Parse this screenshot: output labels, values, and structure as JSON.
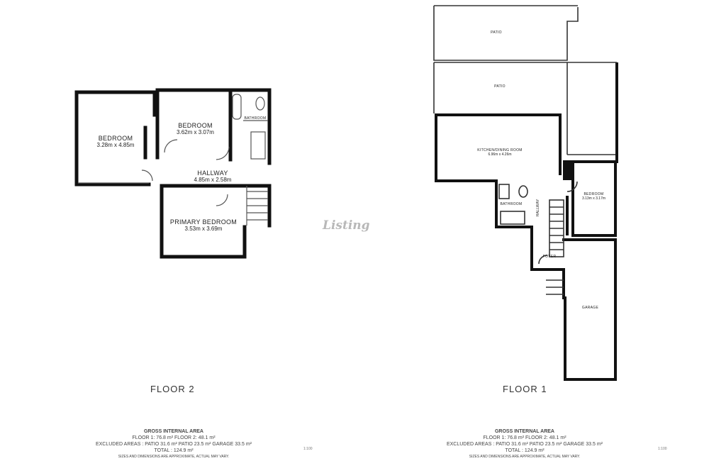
{
  "floor2": {
    "title": "FLOOR 2",
    "rooms": [
      {
        "name": "BEDROOM",
        "dims": "3.28m x 4.85m"
      },
      {
        "name": "BEDROOM",
        "dims": "3.62m x 3.07m"
      },
      {
        "name": "HALLWAY",
        "dims": "4.85m x 2.58m"
      },
      {
        "name": "PRIMARY BEDROOM",
        "dims": "3.53m x 3.69m"
      },
      {
        "name": "BATHROOM",
        "dims": ""
      }
    ]
  },
  "floor1": {
    "title": "FLOOR 1",
    "rooms": [
      {
        "name": "PATIO",
        "dims": ""
      },
      {
        "name": "PATIO",
        "dims": ""
      },
      {
        "name": "KITCHEN/DINING ROOM",
        "dims": "6.96m x 4.26m"
      },
      {
        "name": "BATHROOM",
        "dims": ""
      },
      {
        "name": "HALLWAY",
        "dims": ""
      },
      {
        "name": "BEDROOM",
        "dims": "3.13m x 3.17m"
      },
      {
        "name": "FOYER",
        "dims": ""
      },
      {
        "name": "GARAGE",
        "dims": ""
      }
    ]
  },
  "area_summary": {
    "heading": "GROSS INTERNAL AREA",
    "line1": "FLOOR 1: 76.8 m²   FLOOR 2: 48.1 m²",
    "line2": "EXCLUDED AREAS :  PATIO 31.6 m²   PATIO 23.5 m²   GARAGE 33.5 m²",
    "line3": "TOTAL :  124.9 m²",
    "line4": "SIZES AND DIMENSIONS ARE APPROXIMATE, ACTUAL MAY VARY.",
    "scale": "1:100"
  },
  "logo_text": "Listing"
}
